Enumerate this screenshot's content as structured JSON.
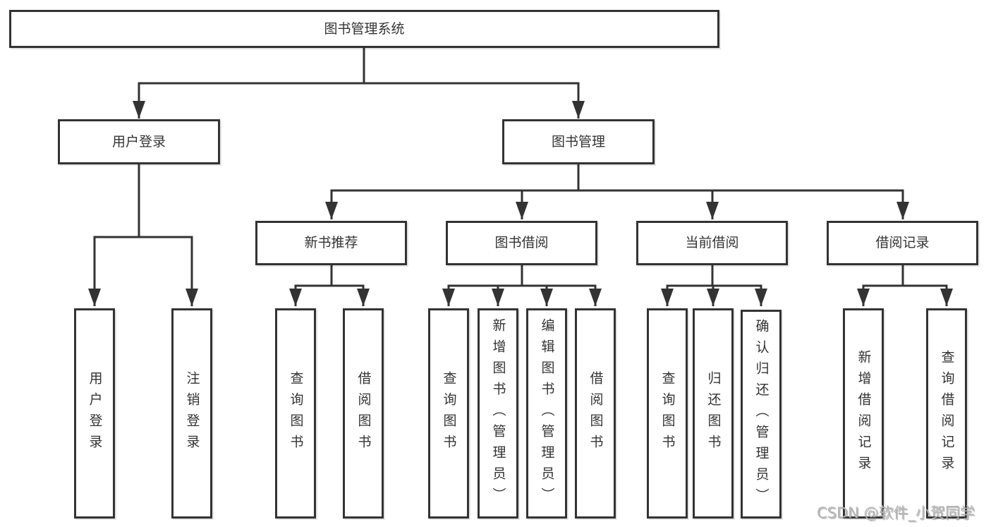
{
  "diagram": {
    "title": "图书管理系统",
    "tree": {
      "label": "图书管理系统",
      "children": [
        {
          "label": "用户登录",
          "children": [
            {
              "label": "用户登录"
            },
            {
              "label": "注销登录"
            }
          ]
        },
        {
          "label": "图书管理",
          "children": [
            {
              "label": "新书推荐",
              "children": [
                {
                  "label": "查询图书"
                },
                {
                  "label": "借阅图书"
                }
              ]
            },
            {
              "label": "图书借阅",
              "children": [
                {
                  "label": "查询图书"
                },
                {
                  "label": "新增图书（管理员）"
                },
                {
                  "label": "编辑图书（管理员）"
                },
                {
                  "label": "借阅图书"
                }
              ]
            },
            {
              "label": "当前借阅",
              "children": [
                {
                  "label": "查询图书"
                },
                {
                  "label": "归还图书"
                },
                {
                  "label": "确认归还（管理员）"
                }
              ]
            },
            {
              "label": "借阅记录",
              "children": [
                {
                  "label": "新增借阅记录"
                },
                {
                  "label": "查询借阅记录"
                }
              ]
            }
          ]
        }
      ]
    },
    "colors": {
      "line": "#333333",
      "box_border": "#333333",
      "box_background": "#ffffff",
      "text": "#333333",
      "watermark": "#b4b4b4"
    }
  },
  "watermark": {
    "text": "CSDN @软件_小贺同学"
  }
}
